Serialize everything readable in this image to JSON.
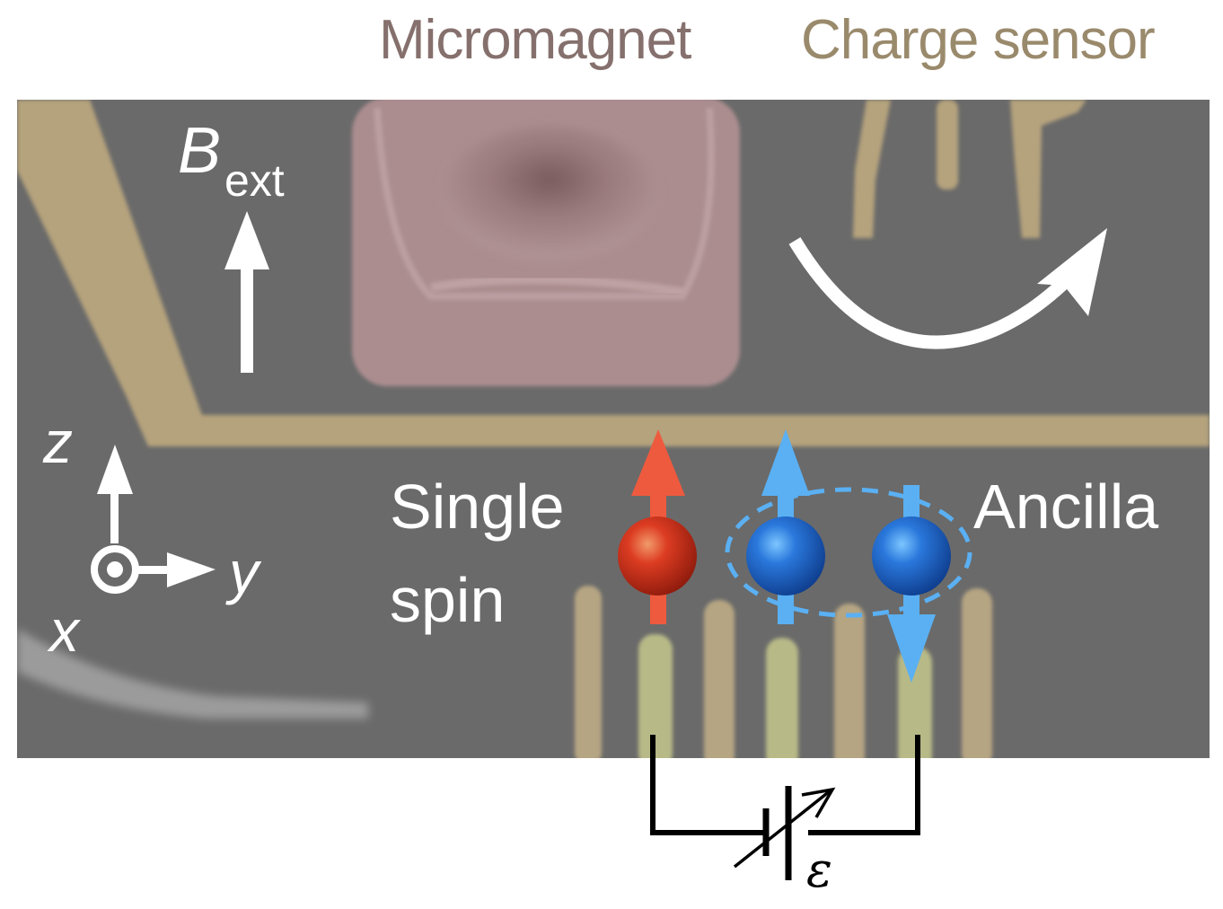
{
  "labels": {
    "micromagnet": "Micromagnet",
    "charge_sensor": "Charge sensor",
    "b_field_main": "B",
    "b_field_sub": "ext",
    "axis_z": "z",
    "axis_y": "y",
    "axis_x": "x",
    "single_spin_line1": "Single",
    "single_spin_line2": "spin",
    "ancilla": "Ancilla",
    "detuning": "ε"
  },
  "colors": {
    "micromagnet_label": "#85706d",
    "charge_sensor_label": "#9a8a6c",
    "substrate": "#6a6a6a",
    "gate_gold": "#b8a67f",
    "plunger_green": "#b7b987",
    "micromagnet_fill": "#a8888a",
    "single_spin": "#d93a22",
    "single_spin_arrow": "#ee5a3e",
    "ancilla_spin": "#1f6fd6",
    "ancilla_arrow": "#5ab0f3",
    "annotation_white": "#ffffff",
    "circuit_black": "#000000"
  },
  "spins": [
    {
      "name": "single-spin",
      "direction": "up"
    },
    {
      "name": "ancilla-spin-1",
      "direction": "up"
    },
    {
      "name": "ancilla-spin-2",
      "direction": "down"
    }
  ],
  "icons": {
    "b_field_arrow": "up-arrow-icon",
    "rotation_arrow": "curved-arrow-icon",
    "circuit": "variable-voltage-source-icon"
  }
}
